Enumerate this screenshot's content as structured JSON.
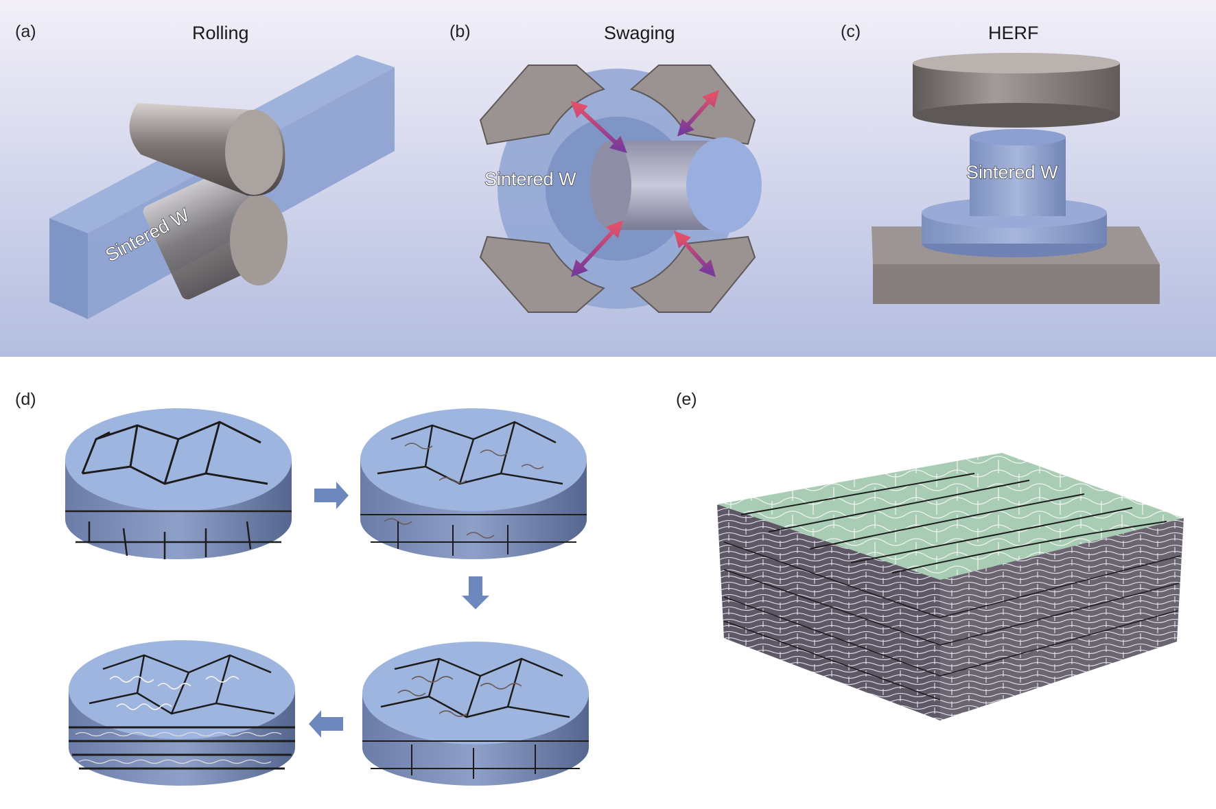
{
  "panels": {
    "a": {
      "label": "(a)",
      "title": "Rolling",
      "object": "Sintered W"
    },
    "b": {
      "label": "(b)",
      "title": "Swaging",
      "object": "Sintered W"
    },
    "c": {
      "label": "(c)",
      "title": "HERF",
      "object": "Sintered W"
    },
    "d": {
      "label": "(d)"
    },
    "e": {
      "label": "(e)"
    }
  },
  "colors": {
    "tungsten_blue": "#8fa6d2",
    "tool_gray": "#8b8583",
    "arrow_red": "#e0506a",
    "arrow_purple": "#7a3a9a",
    "grain_boundary": "#1c1c1c",
    "dislocation": "#6b5a58",
    "subgrain": "#eeeeee",
    "cube_green": "#a8cdb4",
    "cube_purple": "#7c6a86"
  }
}
